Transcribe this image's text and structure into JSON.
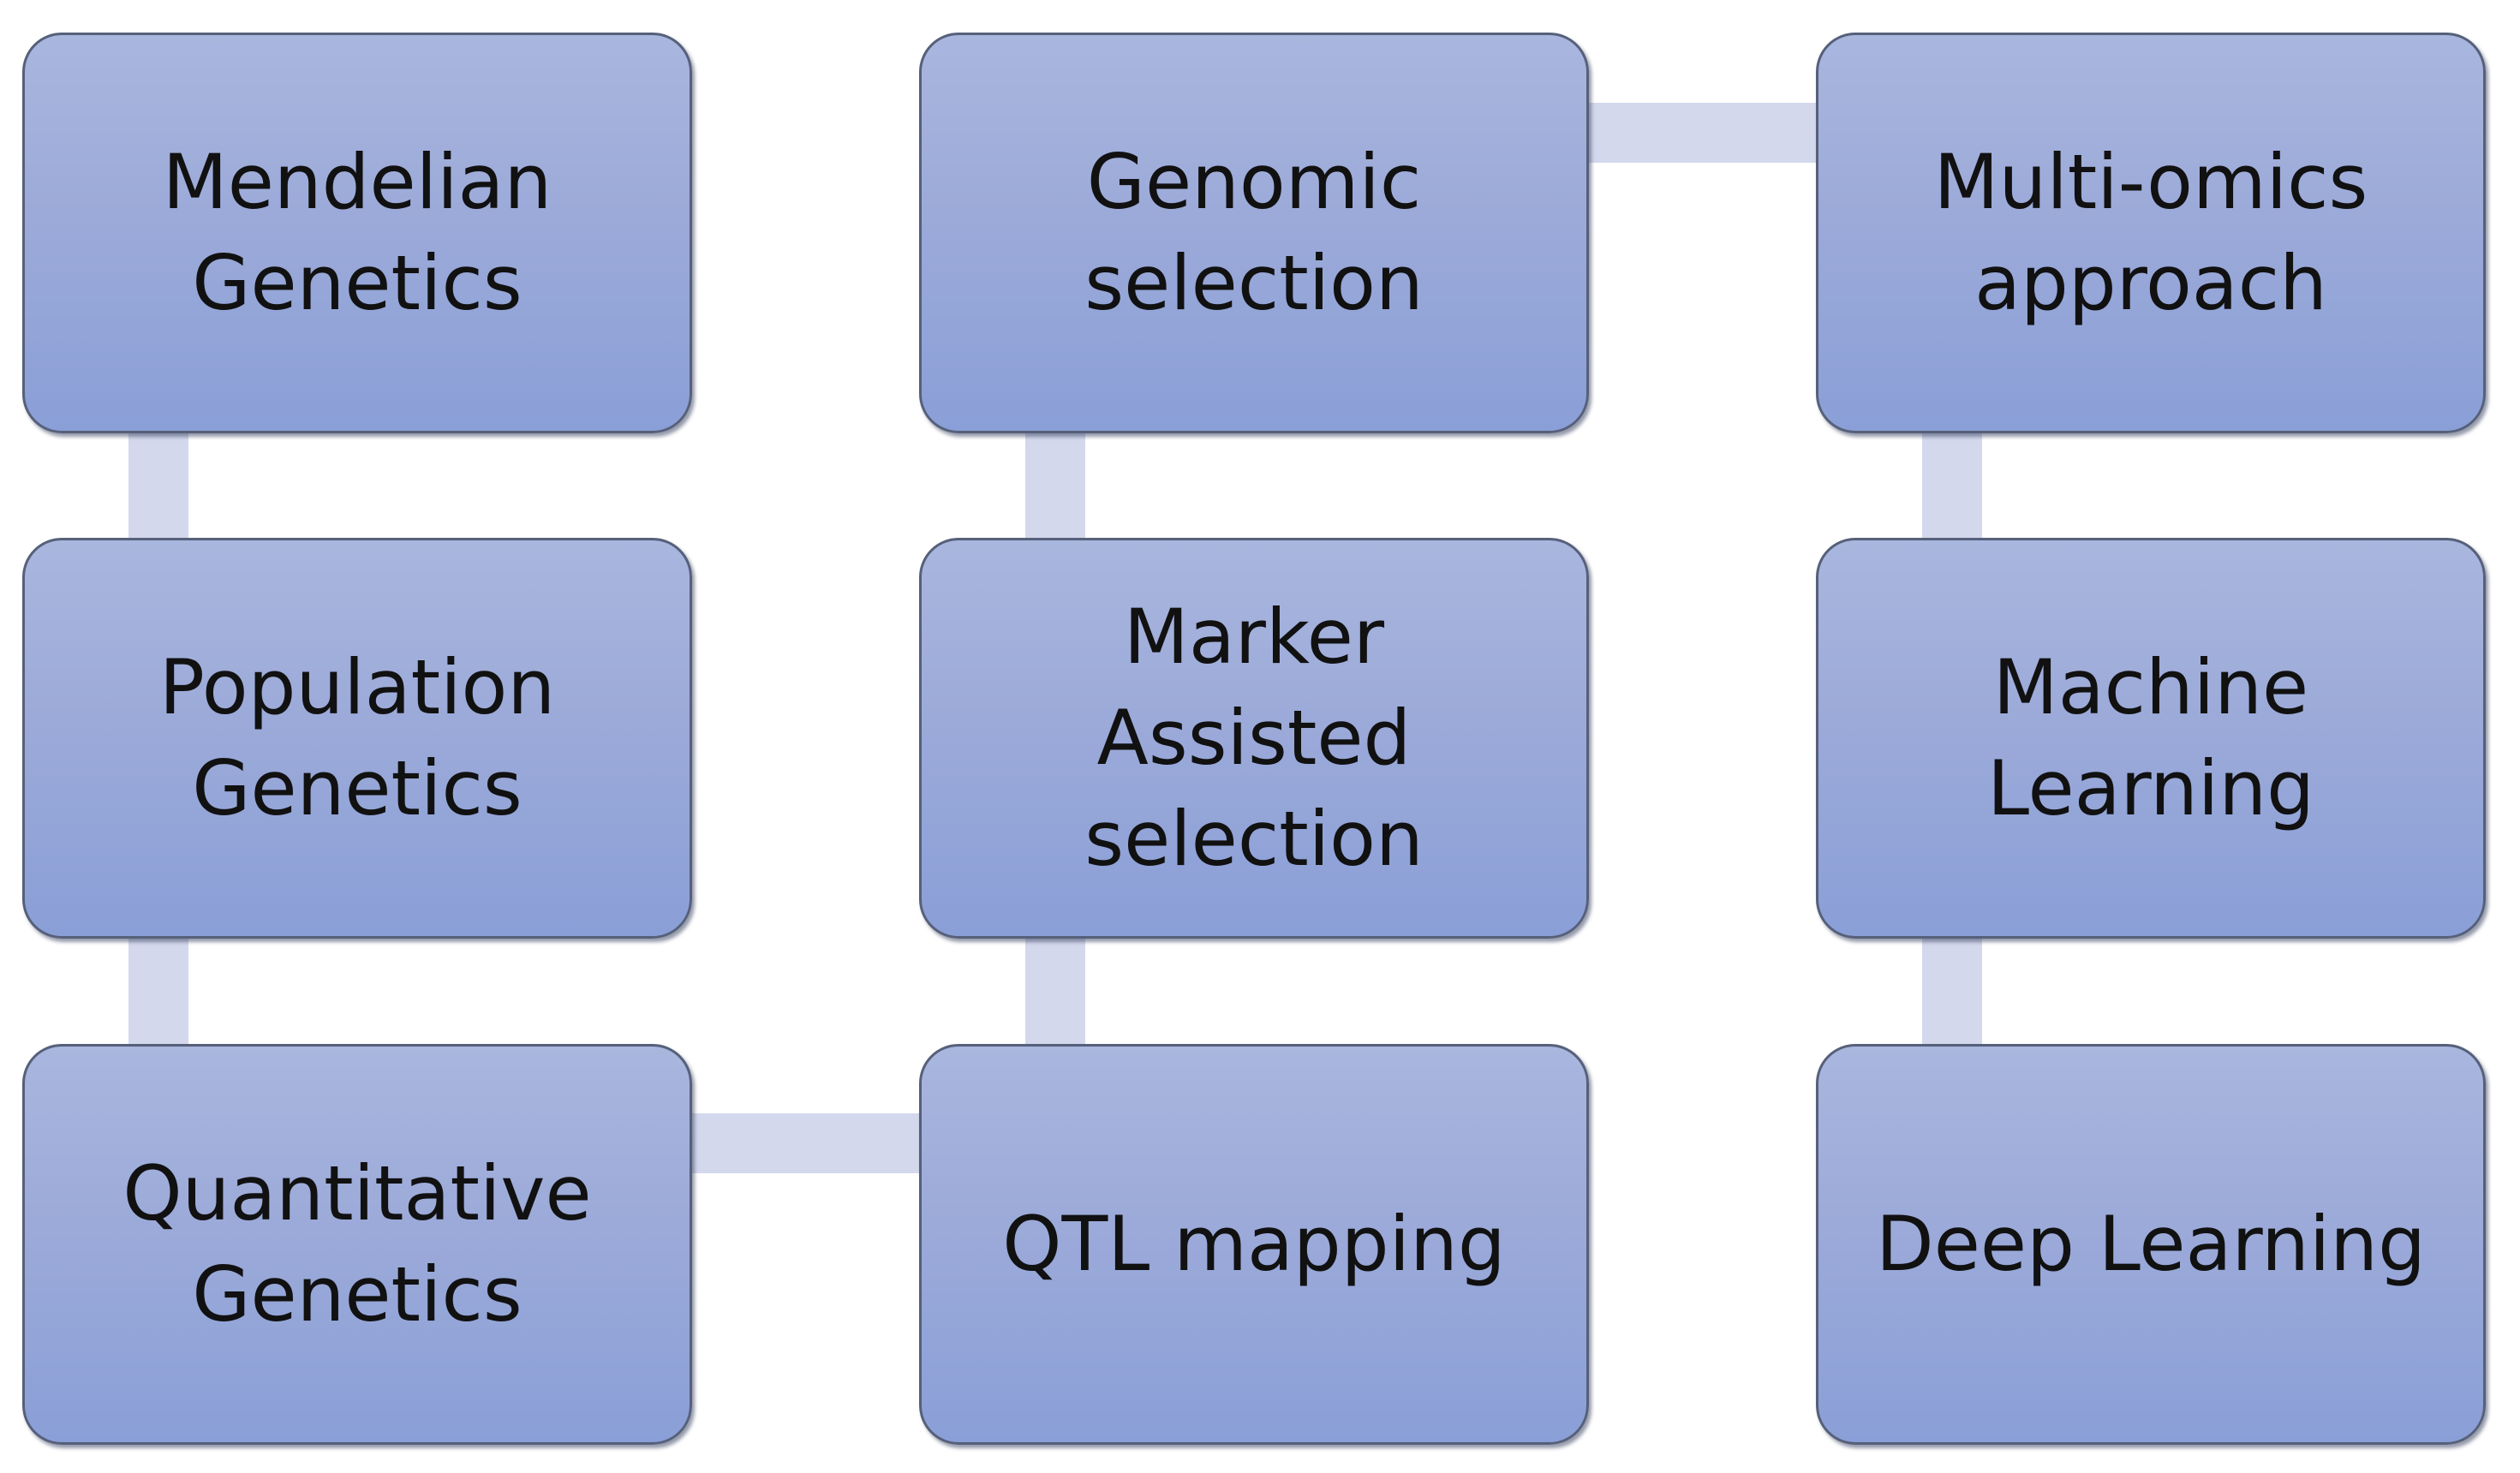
{
  "nodes": [
    {
      "id": "mendelian-genetics",
      "label": "Mendelian\nGenetics"
    },
    {
      "id": "population-genetics",
      "label": "Population\nGenetics"
    },
    {
      "id": "quantitative-genetics",
      "label": "Quantitative\nGenetics"
    },
    {
      "id": "qtl-mapping",
      "label": "QTL mapping"
    },
    {
      "id": "marker-assisted-selection",
      "label": "Marker\nAssisted\nselection"
    },
    {
      "id": "genomic-selection",
      "label": "Genomic\nselection"
    },
    {
      "id": "multi-omics-approach",
      "label": "Multi-omics\napproach"
    },
    {
      "id": "machine-learning",
      "label": "Machine\nLearning"
    },
    {
      "id": "deep-learning",
      "label": "Deep Learning"
    }
  ],
  "colors": {
    "node_fill_top": "#a9b6de",
    "node_fill_bottom": "#8a9fd7",
    "node_border": "#56607a",
    "connector": "#d3d8ec",
    "text": "#111111"
  }
}
